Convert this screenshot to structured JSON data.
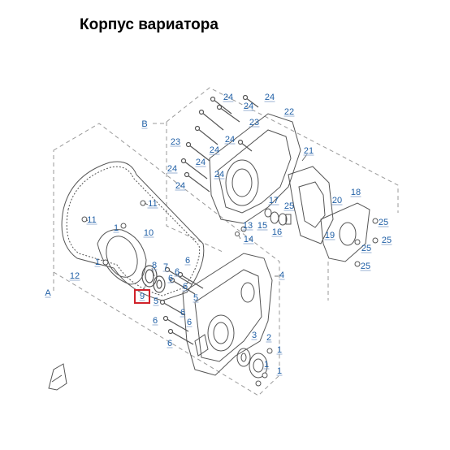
{
  "title": "Корпус вариатора",
  "colors": {
    "callout": "#1f5fa6",
    "underline": "#7f9fc8",
    "line": "#555555",
    "dash": "#9a9a9a",
    "highlight": "#d0222a"
  },
  "highlighted_callout": "9",
  "callouts": [
    {
      "id": "c24a",
      "text": "24"
    },
    {
      "id": "c24b",
      "text": "24"
    },
    {
      "id": "c24c",
      "text": "24"
    },
    {
      "id": "c22",
      "text": "22"
    },
    {
      "id": "cB",
      "text": "B"
    },
    {
      "id": "c23a",
      "text": "23"
    },
    {
      "id": "c23b",
      "text": "23"
    },
    {
      "id": "c24d",
      "text": "24"
    },
    {
      "id": "c24e",
      "text": "24"
    },
    {
      "id": "c21",
      "text": "21"
    },
    {
      "id": "c24f",
      "text": "24"
    },
    {
      "id": "c24g",
      "text": "24"
    },
    {
      "id": "c24h",
      "text": "24"
    },
    {
      "id": "c24i",
      "text": "24"
    },
    {
      "id": "c18",
      "text": "18"
    },
    {
      "id": "c17",
      "text": "17"
    },
    {
      "id": "c25a",
      "text": "25"
    },
    {
      "id": "c20",
      "text": "20"
    },
    {
      "id": "c11a",
      "text": "11"
    },
    {
      "id": "c11b",
      "text": "11"
    },
    {
      "id": "c13",
      "text": "13"
    },
    {
      "id": "c15",
      "text": "15"
    },
    {
      "id": "c16",
      "text": "16"
    },
    {
      "id": "c25b",
      "text": "25"
    },
    {
      "id": "c1a",
      "text": "1"
    },
    {
      "id": "c10",
      "text": "10"
    },
    {
      "id": "c19",
      "text": "19"
    },
    {
      "id": "c14",
      "text": "14"
    },
    {
      "id": "c25c",
      "text": "25"
    },
    {
      "id": "c25d",
      "text": "25"
    },
    {
      "id": "c1b",
      "text": "1"
    },
    {
      "id": "c8",
      "text": "8"
    },
    {
      "id": "c7",
      "text": "7"
    },
    {
      "id": "c6a",
      "text": "6"
    },
    {
      "id": "c6b",
      "text": "6"
    },
    {
      "id": "c25e",
      "text": "25"
    },
    {
      "id": "c12",
      "text": "12"
    },
    {
      "id": "c6c",
      "text": "6"
    },
    {
      "id": "c4",
      "text": "4"
    },
    {
      "id": "c6d",
      "text": "6"
    },
    {
      "id": "cA",
      "text": "A"
    },
    {
      "id": "c9",
      "text": "9"
    },
    {
      "id": "c5a",
      "text": "5"
    },
    {
      "id": "c5b",
      "text": "5"
    },
    {
      "id": "c6e",
      "text": "6"
    },
    {
      "id": "c6f",
      "text": "6"
    },
    {
      "id": "c6g",
      "text": "6"
    },
    {
      "id": "c3",
      "text": "3"
    },
    {
      "id": "c2",
      "text": "2"
    },
    {
      "id": "c6h",
      "text": "6"
    },
    {
      "id": "c1c",
      "text": "1"
    },
    {
      "id": "c1d",
      "text": "1"
    },
    {
      "id": "c1e",
      "text": "1"
    }
  ]
}
